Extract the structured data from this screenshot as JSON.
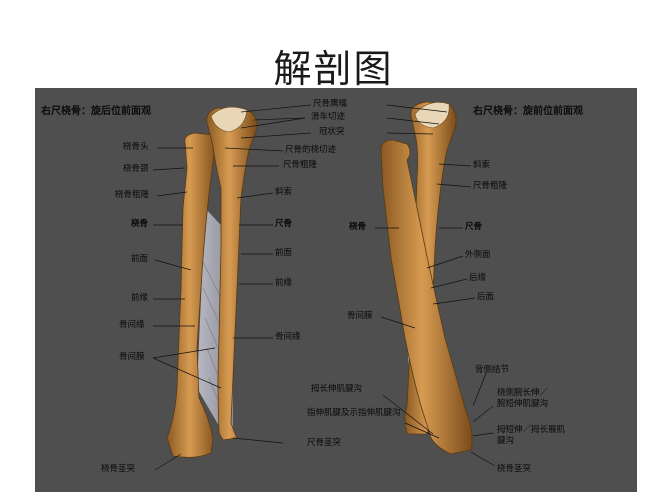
{
  "title": "解剖图",
  "plate": {
    "left_heading": "右尺桡骨：旋后位前面观",
    "right_heading": "右尺桡骨：旋前位前面观",
    "left_labels": {
      "radial_head": "桡骨头",
      "radial_neck": "桡骨颈",
      "radial_tuberosity": "桡骨粗隆",
      "radius": "桡骨",
      "anterior_surface": "前面",
      "anterior_border": "前缘",
      "interosseous_border": "骨间缘",
      "interosseous_membrane": "骨间膜",
      "radial_styloid": "桡骨茎突"
    },
    "center_labels": {
      "olecranon": "尺骨鹰嘴",
      "trochlear_notch": "滑车切迹",
      "coronoid_process": "冠状突",
      "radial_notch": "尺骨的桡切迹",
      "ulnar_tuberosity": "尺骨粗隆",
      "oblique_cord": "斜索",
      "ulna": "尺骨",
      "anterior_surface": "前面",
      "anterior_border": "前缘",
      "interosseous_border": "骨间缘",
      "epl_groove": "拇长伸肌腱沟",
      "extensor_groove": "指伸肌腱及示指伸肌腱沟",
      "ulnar_styloid": "尺骨茎突"
    },
    "right_labels": {
      "oblique_cord": "斜索",
      "ulnar_tuberosity": "尺骨粗隆",
      "radius": "桡骨",
      "ulna": "尺骨",
      "lateral_surface": "外侧面",
      "posterior_border": "后缘",
      "posterior_surface": "后面",
      "interosseous_membrane": "骨间膜",
      "dorsal_tubercle": "背侧结节",
      "ecr_groove": "桡侧腕长伸／腕短伸肌腱沟",
      "apl_groove": "拇短伸／拇长展肌腱沟",
      "radial_styloid": "桡骨茎突"
    }
  }
}
